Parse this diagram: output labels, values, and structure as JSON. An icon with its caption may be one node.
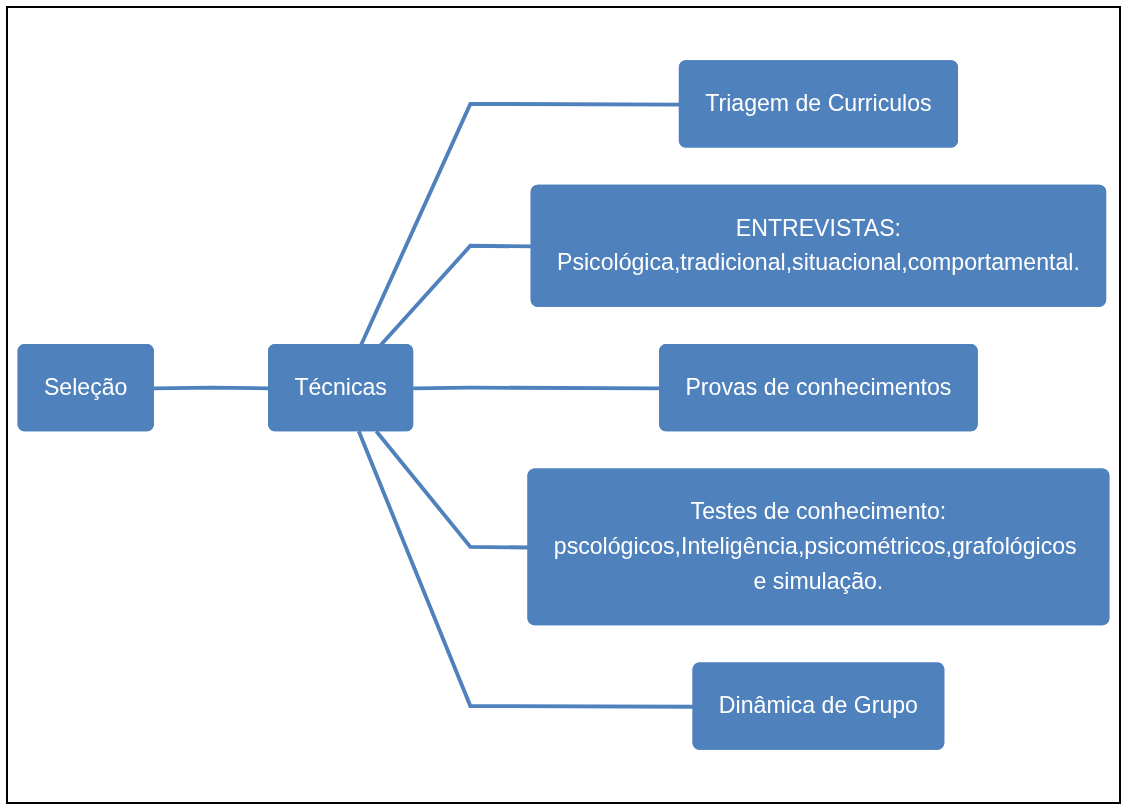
{
  "diagram": {
    "nodes": [
      {
        "text": [
          "Seleção"
        ]
      },
      {
        "text": [
          "Técnicas"
        ]
      },
      {
        "text": [
          "Triagem de Curriculos"
        ]
      },
      {
        "text": [
          "ENTREVISTAS:",
          "Psicológica,tradicional,situacional,comportamental."
        ]
      },
      {
        "text": [
          "Provas de conhecimentos"
        ]
      },
      {
        "text": [
          "Testes de conhecimento:",
          "pscológicos,Inteligência,psicométricos,grafológicos e simulação."
        ]
      },
      {
        "text": [
          "Dinâmica de Grupo"
        ]
      }
    ],
    "edges": [
      {
        "from": 0,
        "to": 1,
        "arrow": "none"
      },
      {
        "from": 1,
        "to": 2,
        "arrow": "none"
      },
      {
        "from": 1,
        "to": 3,
        "arrow": "none"
      },
      {
        "from": 1,
        "to": 4,
        "arrow": "none"
      },
      {
        "from": 1,
        "to": 5,
        "arrow": "none"
      },
      {
        "from": 1,
        "to": 6,
        "arrow": "none"
      }
    ]
  }
}
